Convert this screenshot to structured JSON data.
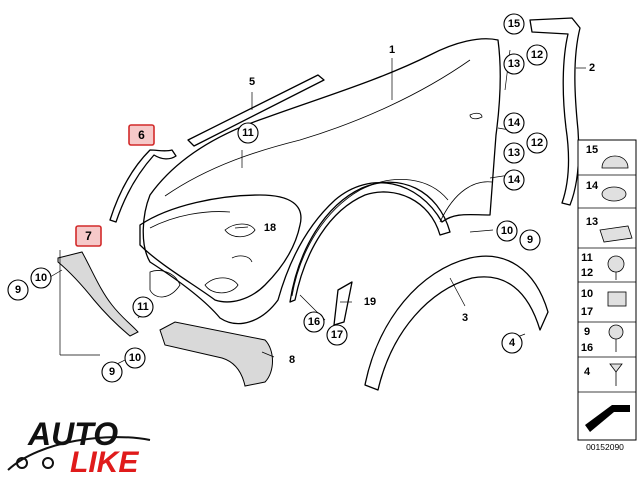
{
  "callouts": {
    "c1": "1",
    "c2": "2",
    "c3": "3",
    "c4": "4",
    "c5": "5",
    "c8": "8",
    "c9a": "9",
    "c9b": "9",
    "c9c": "9",
    "c10a": "10",
    "c10b": "10",
    "c10c": "10",
    "c11a": "11",
    "c11b": "11",
    "c12a": "12",
    "c12b": "12",
    "c13a": "13",
    "c13b": "13",
    "c14a": "14",
    "c14b": "14",
    "c15": "15",
    "c16": "16",
    "c17": "17",
    "c18": "18",
    "c19": "19"
  },
  "highlighted": {
    "h6": "6",
    "h7": "7"
  },
  "legend": {
    "items": [
      "15",
      "14",
      "13",
      "11",
      "12",
      "10",
      "17",
      "9",
      "16",
      "4"
    ],
    "code": "00152090"
  },
  "watermark": {
    "auto": "AUTO",
    "like": "LIKE"
  }
}
